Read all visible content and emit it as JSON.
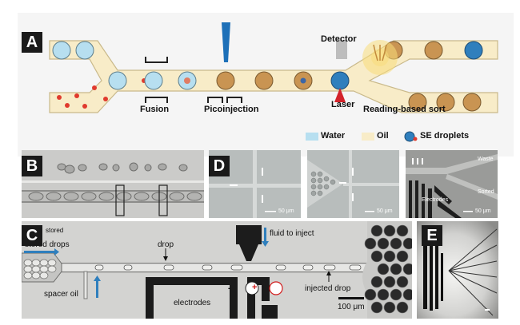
{
  "panels": {
    "a": {
      "letter": "A",
      "labels": {
        "fusion": "Fusion",
        "picoinjection": "Picoinjection",
        "detector": "Detector",
        "laser": "Laser",
        "reading_sort": "Reading-based sort"
      },
      "legend": {
        "water": "Water",
        "oil": "Oil",
        "se_droplets": "SE droplets"
      },
      "colors": {
        "oil": "#f8ecc8",
        "oil_border": "#c9b98a",
        "water": "#b7dff0",
        "droplet_brown": "#c99452",
        "droplet_blue": "#2f7fbd",
        "injector": "#1d70b8",
        "laser": "#d3232a",
        "red_dot": "#e03a2e",
        "detector": "#bdbdbd",
        "glow": "#f7dc7a"
      }
    },
    "b": {
      "letter": "B"
    },
    "c": {
      "letter": "C",
      "labels": {
        "stored": "stored",
        "stored_drops": "stored drops",
        "drop": "drop",
        "fluid_to_inject": "fluid to inject",
        "spacer_oil": "spacer oil",
        "electrodes": "electrodes",
        "injected_drop": "injected drop",
        "scale": "100 μm",
        "minus": "-",
        "plus": "+"
      }
    },
    "d": {
      "letter": "D",
      "scales": [
        "50 μm",
        "50 μm",
        "50 μm"
      ],
      "labels": {
        "waste": "Waste",
        "sorted": "Sorted",
        "electrodes": "Electrodes"
      }
    },
    "e": {
      "letter": "E"
    }
  }
}
